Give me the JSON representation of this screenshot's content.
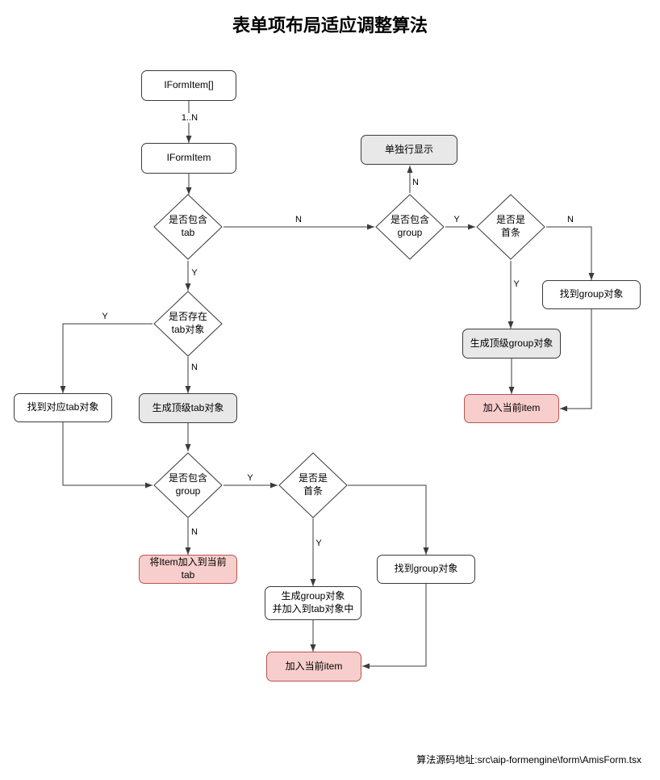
{
  "title": "表单项布局适应调整算法",
  "footer": "算法源码地址:src\\aip-formengine\\form\\AmisForm.tsx",
  "colors": {
    "node_white": "#ffffff",
    "node_gray": "#e8e8e8",
    "node_pink": "#f8cecc",
    "pink_border": "#b85450",
    "stroke": "#3b3b3b"
  },
  "nodes": {
    "iformitem_array": "IFormItem[]",
    "iformitem": "IFormItem",
    "single_row_display": "单独行显示",
    "contains_tab": "是否包含\ntab",
    "contains_group_top": "是否包含\ngroup",
    "is_first_top": "是否是\n首条",
    "find_group_object_top": "找到group对象",
    "create_top_group": "生成顶级group对象",
    "add_current_item_top": "加入当前item",
    "tab_object_exists": "是否存在\ntab对象",
    "find_tab_object": "找到对应tab对象",
    "create_top_tab": "生成顶级tab对象",
    "contains_group_bottom": "是否包含\ngroup",
    "is_first_bottom": "是否是\n首条",
    "add_item_to_current_tab": "将Item加入到当前tab",
    "find_group_object_bottom": "找到group对象",
    "create_group_add_to_tab": "生成group对象\n并加入到tab对象中",
    "add_current_item_bottom": "加入当前item"
  },
  "edge_labels": {
    "cardinality": "1..N",
    "yes": "Y",
    "no": "N"
  }
}
